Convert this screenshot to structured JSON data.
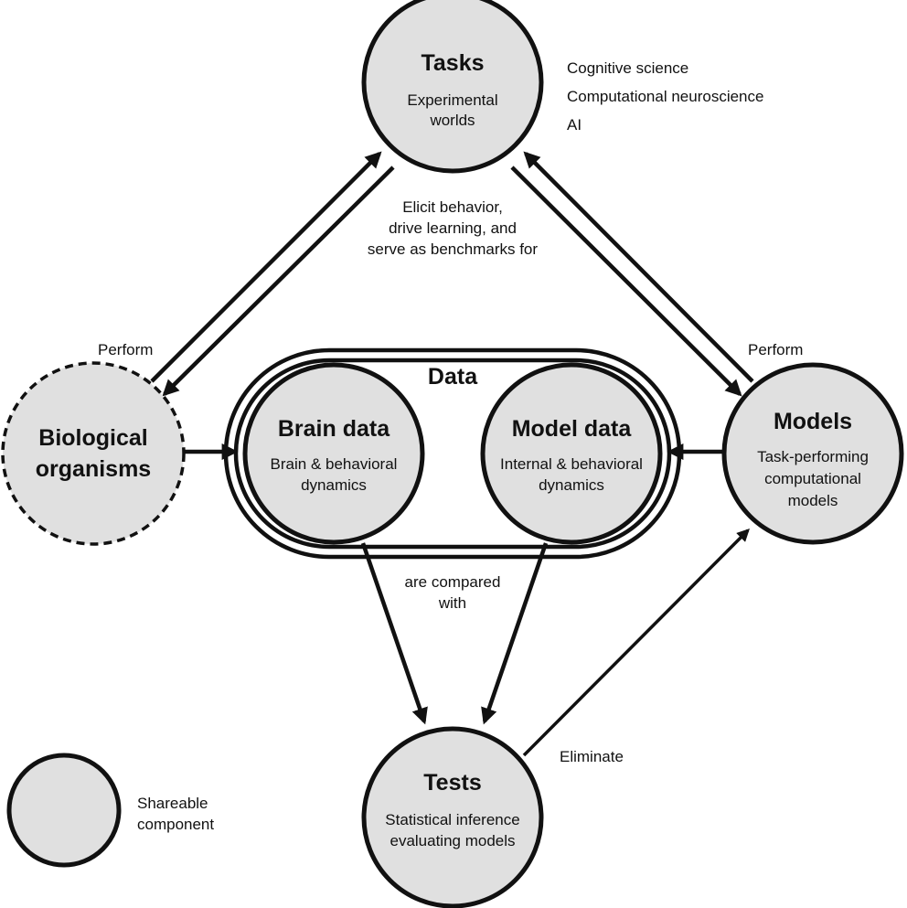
{
  "nodes": {
    "tasks": {
      "title": "Tasks",
      "line1": "Experimental",
      "line2": "worlds"
    },
    "biological": {
      "line1": "Biological",
      "line2": "organisms"
    },
    "brain_data": {
      "title": "Brain data",
      "line1": "Brain & behavioral",
      "line2": "dynamics"
    },
    "model_data": {
      "title": "Model data",
      "line1": "Internal & behavioral",
      "line2": "dynamics"
    },
    "models": {
      "title": "Models",
      "line1": "Task-performing",
      "line2": "computational",
      "line3": "models"
    },
    "tests": {
      "title": "Tests",
      "line1": "Statistical inference",
      "line2": "evaluating models"
    }
  },
  "data_group": {
    "title": "Data"
  },
  "fields": [
    "Cognitive science",
    "Computational neuroscience",
    "AI"
  ],
  "labels": {
    "elicit": [
      "Elicit behavior,",
      "drive learning, and",
      "serve as benchmarks for"
    ],
    "perform_left": "Perform",
    "perform_right": "Perform",
    "compared": [
      "are compared",
      "with"
    ],
    "eliminate": "Eliminate"
  },
  "legend": {
    "line1": "Shareable",
    "line2": "component"
  }
}
